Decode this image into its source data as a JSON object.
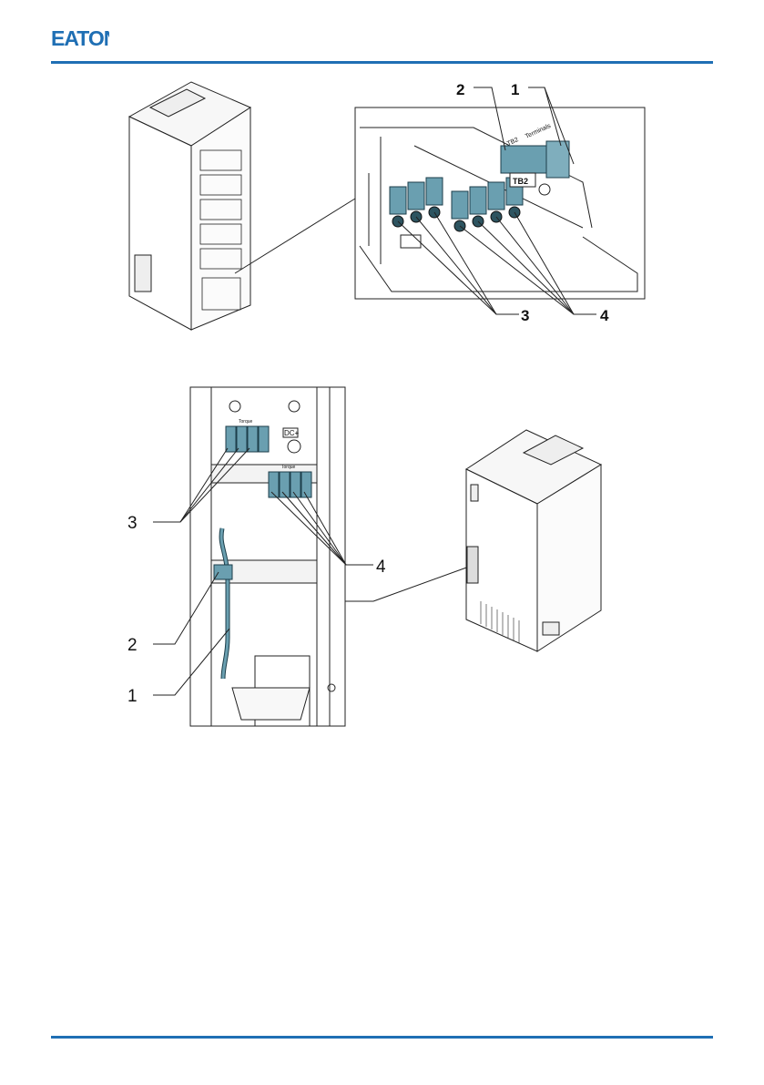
{
  "header": {
    "brand": "EATON",
    "accent_color": "#1f6fb4"
  },
  "figure_top": {
    "callouts": [
      "2",
      "1",
      "3",
      "4"
    ],
    "panel_labels": [
      "TB2",
      "Terminals",
      "TB2"
    ]
  },
  "figure_bottom": {
    "callouts": [
      "3",
      "4",
      "2",
      "1"
    ],
    "panel_labels": [
      "DC+",
      "Torque",
      "Torque"
    ]
  },
  "terminal_color": "#6a9fb0"
}
